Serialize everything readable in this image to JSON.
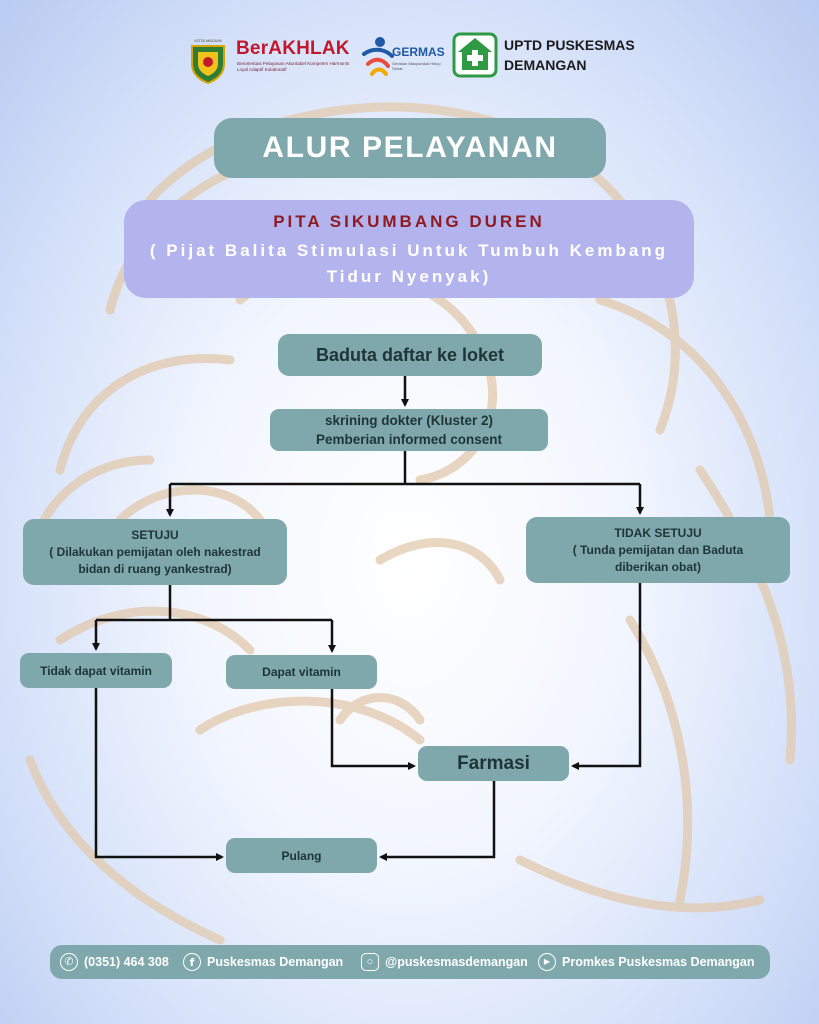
{
  "header": {
    "kota_caption": "KOTA MADIUN",
    "berakhlak_title": "BerAKHLAK",
    "berakhlak_tagline": "Berorientasi Pelayanan Akuntabel Kompeten Harmonis Loyal Adaptif Kolaboratif",
    "germas_title": "GERMAS",
    "germas_tagline": "Gerakan Masyarakat Hidup Sehat",
    "puskesmas_line1": "UPTD PUSKESMAS",
    "puskesmas_line2": "DEMANGAN"
  },
  "title": "ALUR PELAYANAN",
  "subtitle": {
    "name": "PITA SIKUMBANG DUREN",
    "expansion": "( Pijat Balita Stimulasi Untuk Tumbuh Kembang Tidur Nyenyak)"
  },
  "flow": {
    "daftar": "Baduta daftar ke loket",
    "skrining_line1": "skrining dokter (Kluster 2)",
    "skrining_line2": "Pemberian informed consent",
    "setuju_line1": "SETUJU",
    "setuju_line2": "( Dilakukan pemijatan oleh nakestrad",
    "setuju_line3": "bidan di ruang yankestrad)",
    "tidak_line1": "TIDAK SETUJU",
    "tidak_line2": "( Tunda pemijatan dan Baduta",
    "tidak_line3": "diberikan obat)",
    "tidak_dapat_vitamin": "Tidak dapat vitamin",
    "dapat_vitamin": "Dapat vitamin",
    "farmasi": "Farmasi",
    "pulang": "Pulang"
  },
  "footer": {
    "phone": "(0351) 464 308",
    "facebook": "Puskesmas Demangan",
    "instagram": "@puskesmasdemangan",
    "youtube": "Promkes Puskesmas Demangan"
  },
  "colors": {
    "node": "#7fa8ad",
    "title_text": "#ffffff",
    "subtitle_box": "#b3b4ee",
    "subtitle_name": "#8f1a22",
    "brand_red": "#c3172d",
    "germas_blue": "#1f5aa6",
    "puskesmas_green": "#2e9a44"
  },
  "icons": {
    "phone": "phone-icon",
    "facebook": "facebook-icon",
    "instagram": "instagram-icon",
    "youtube": "youtube-icon"
  }
}
